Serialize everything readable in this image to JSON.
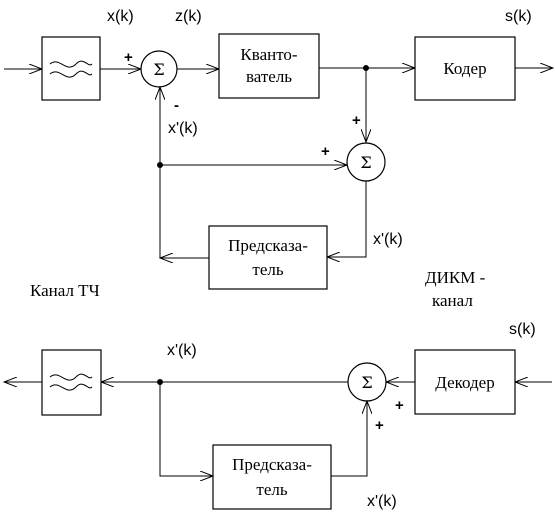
{
  "blocks": {
    "quantizer": [
      "Кванто-",
      "ватель"
    ],
    "coder": "Кодер",
    "predictor_top": [
      "Предсказа-",
      "тель"
    ],
    "decoder": "Декодер",
    "predictor_bottom": [
      "Предсказа-",
      "тель"
    ]
  },
  "summer_symbol": "Σ",
  "signals": {
    "x_top": "x(k)",
    "z_top": "z(k)",
    "s_top": "s(k)",
    "xp_feedback": "x'(k)",
    "xp_predictor_out": "x'(k)",
    "s_bottom": "s(k)",
    "xp_bottom_out": "x'(k)",
    "xp_bottom_pred": "x'(k)"
  },
  "signs": {
    "plus": "+",
    "minus": "-"
  },
  "labels": {
    "channel_tch": "Канал ТЧ",
    "dikm_line1": "ДИКМ -",
    "dikm_line2": "канал"
  }
}
